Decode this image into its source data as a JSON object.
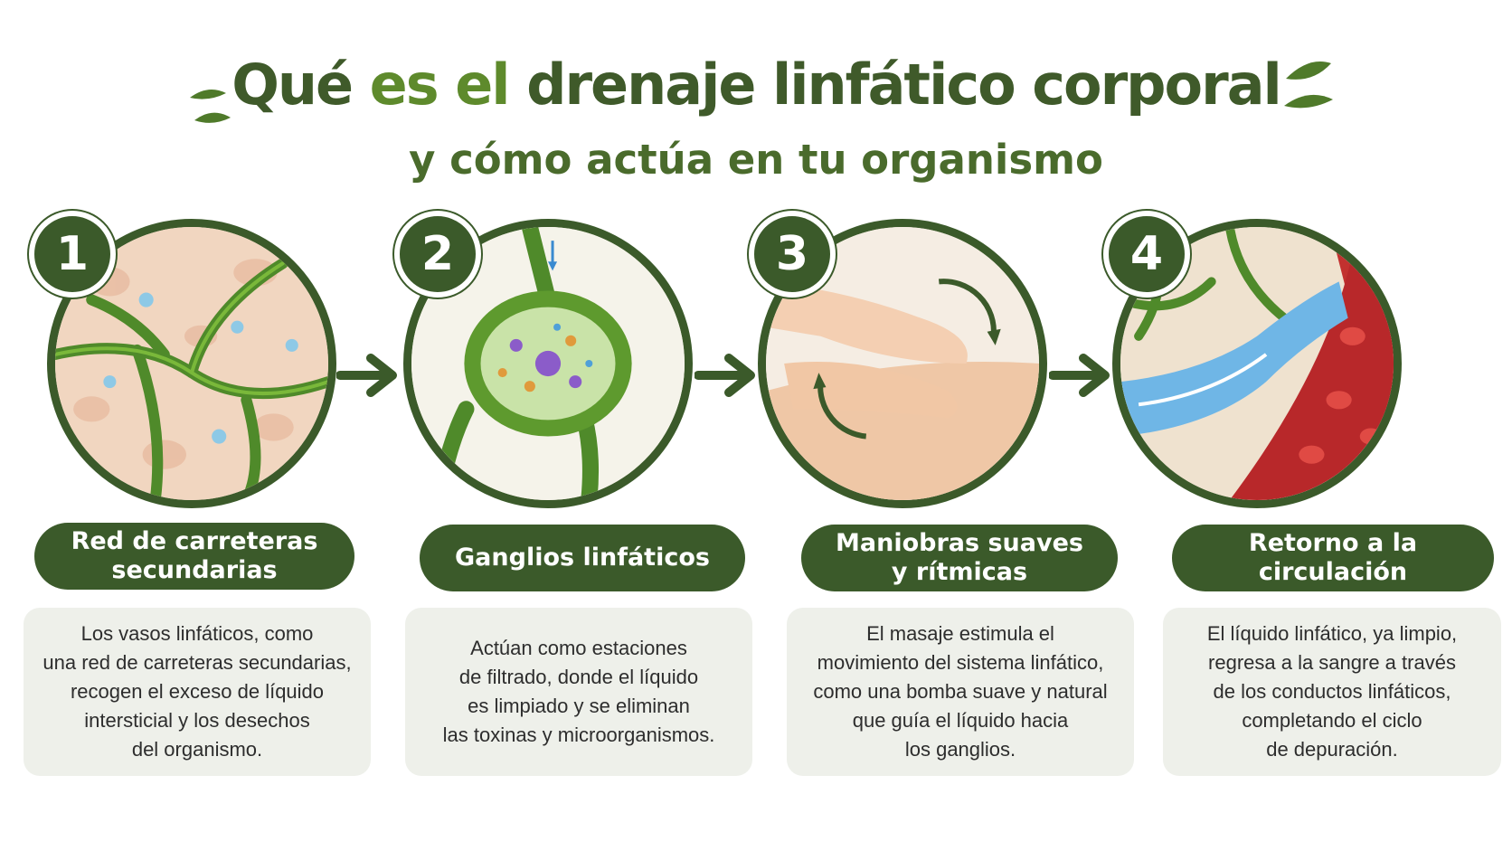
{
  "colors": {
    "primary": "#3b5a2a",
    "accent": "#5e8a2c",
    "card_bg": "#eef0ea"
  },
  "title": {
    "part1": "Qué ",
    "part2": "es el",
    "part3": " drenaje linfático corporal",
    "subtitle": "y cómo actúa en tu organismo"
  },
  "steps": [
    {
      "number": "1",
      "icon": "lymph-vessel-network-illustration",
      "label": "Red de carreteras\nsecundarias",
      "text": "Los vasos linfáticos, como\nuna red de carreteras secundarias,\nrecogen el exceso de líquido\nintersticial y los desechos\ndel organismo."
    },
    {
      "number": "2",
      "icon": "lymph-node-illustration",
      "label": "Ganglios linfáticos",
      "text": "Actúan como estaciones\nde filtrado, donde el líquido\nes limpiado y se eliminan\nlas toxinas y microorganismos."
    },
    {
      "number": "3",
      "icon": "massage-hands-illustration",
      "label": "Maniobras suaves\ny rítmicas",
      "text": "El masaje estimula el\nmovimiento del sistema linfático,\ncomo una bomba suave y natural\nque guía el líquido hacia\nlos ganglios."
    },
    {
      "number": "4",
      "icon": "blood-circulation-illustration",
      "label": "Retorno a la circulación",
      "text": "El líquido linfático, ya limpio,\nregresa a la sangre a través\nde los conductos linfáticos,\ncompletando el ciclo\nde depuración."
    }
  ]
}
